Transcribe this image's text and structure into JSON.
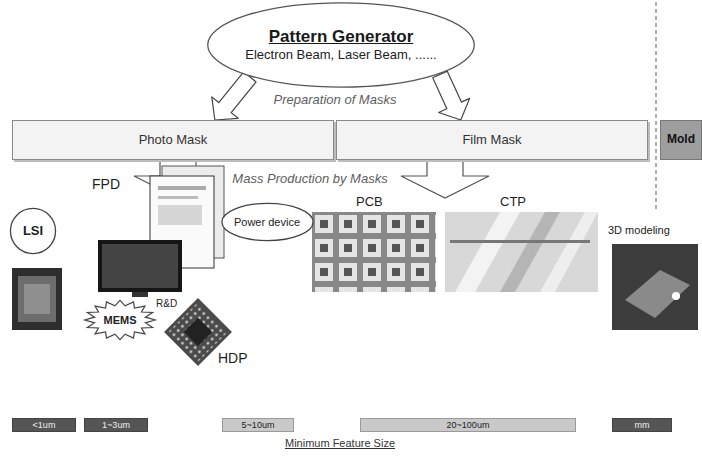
{
  "diagram": {
    "nodes": [
      {
        "text": [
          "Pattern Generator",
          "Electron Beam, Laser Beam, ......"
        ]
      },
      {
        "text": [
          "Photo Mask"
        ]
      },
      {
        "text": [
          "Film Mask"
        ]
      },
      {
        "text": [
          "Mold"
        ]
      },
      {
        "text": [
          "LSI"
        ]
      },
      {
        "text": [
          "MEMS"
        ]
      },
      {
        "text": [
          "Power device"
        ]
      },
      {
        "text": [
          "<1um"
        ]
      },
      {
        "text": [
          "1~3um"
        ]
      },
      {
        "text": [
          "5~10um"
        ]
      },
      {
        "text": [
          "20~100um"
        ]
      },
      {
        "text": [
          "mm"
        ]
      }
    ],
    "edges": [
      {
        "from": 0,
        "to": 1,
        "arrow": "to"
      },
      {
        "from": 0,
        "to": 2,
        "arrow": "to"
      }
    ],
    "labels": [
      "Preparation of Masks",
      "Mass Production by Masks",
      "FPD",
      "R&D",
      "HDP",
      "PCB",
      "CTP",
      "3D modeling",
      "Minimum Feature Size"
    ]
  }
}
